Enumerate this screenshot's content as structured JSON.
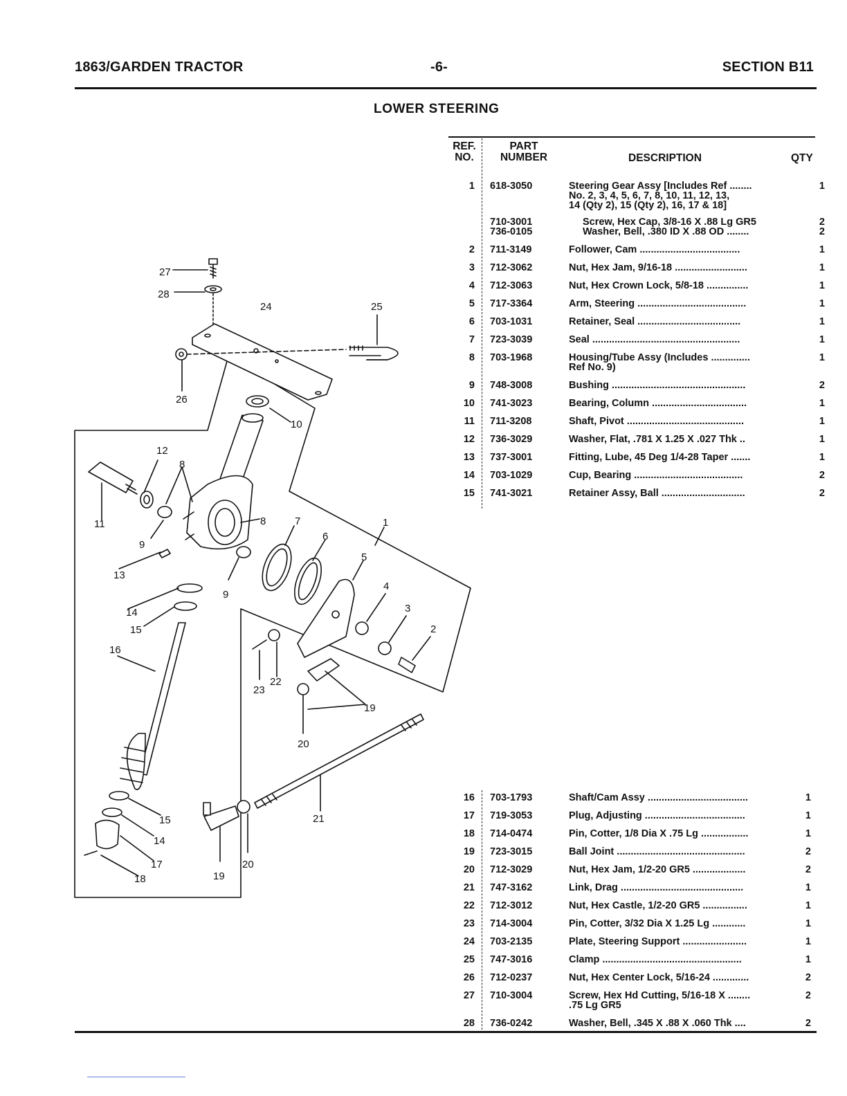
{
  "header": {
    "left": "1863/GARDEN TRACTOR",
    "center": "-6-",
    "right": "SECTION B11"
  },
  "title": "LOWER STEERING",
  "table": {
    "col_ref_line1": "REF.",
    "col_ref_line2": "NO.",
    "col_part_line1": "PART",
    "col_part_line2": "NUMBER",
    "col_desc": "DESCRIPTION",
    "col_qty": "QTY",
    "rows_top": [
      {
        "ref": "1",
        "part": "618-3050",
        "desc": "Steering Gear Assy [Includes Ref ........",
        "qty": "1"
      },
      {
        "ref": "",
        "part": "",
        "desc": "No. 2, 3, 4, 5, 6, 7, 8, 10, 11, 12, 13,",
        "qty": ""
      },
      {
        "ref": "",
        "part": "",
        "desc": "14 (Qty 2), 15 (Qty 2), 16, 17 & 18]",
        "qty": ""
      },
      {
        "ref": "",
        "part": "710-3001",
        "desc": "Screw, Hex Cap, 3/8-16 X .88 Lg GR5",
        "qty": "2",
        "sub": true
      },
      {
        "ref": "",
        "part": "736-0105",
        "desc": "Washer, Bell, .380 ID X .88 OD ........",
        "qty": "2",
        "sub": true
      },
      {
        "ref": "2",
        "part": "711-3149",
        "desc": "Follower, Cam ....................................",
        "qty": "1"
      },
      {
        "ref": "3",
        "part": "712-3062",
        "desc": "Nut, Hex Jam, 9/16-18 ..........................",
        "qty": "1"
      },
      {
        "ref": "4",
        "part": "712-3063",
        "desc": "Nut, Hex Crown Lock, 5/8-18 ...............",
        "qty": "1"
      },
      {
        "ref": "5",
        "part": "717-3364",
        "desc": "Arm, Steering .......................................",
        "qty": "1"
      },
      {
        "ref": "6",
        "part": "703-1031",
        "desc": "Retainer, Seal .....................................",
        "qty": "1"
      },
      {
        "ref": "7",
        "part": "723-3039",
        "desc": "Seal .....................................................",
        "qty": "1"
      },
      {
        "ref": "8",
        "part": "703-1968",
        "desc": "Housing/Tube Assy (Includes ..............",
        "qty": "1"
      },
      {
        "ref": "",
        "part": "",
        "desc": "Ref No. 9)",
        "qty": ""
      },
      {
        "ref": "9",
        "part": "748-3008",
        "desc": "Bushing ................................................",
        "qty": "2"
      },
      {
        "ref": "10",
        "part": "741-3023",
        "desc": "Bearing, Column ..................................",
        "qty": "1"
      },
      {
        "ref": "11",
        "part": "711-3208",
        "desc": "Shaft, Pivot ..........................................",
        "qty": "1"
      },
      {
        "ref": "12",
        "part": "736-3029",
        "desc": "Washer, Flat, .781 X 1.25 X .027 Thk ..",
        "qty": "1"
      },
      {
        "ref": "13",
        "part": "737-3001",
        "desc": "Fitting, Lube, 45 Deg 1/4-28 Taper .......",
        "qty": "1"
      },
      {
        "ref": "14",
        "part": "703-1029",
        "desc": "Cup, Bearing .......................................",
        "qty": "2"
      },
      {
        "ref": "15",
        "part": "741-3021",
        "desc": "Retainer Assy, Ball ..............................",
        "qty": "2"
      }
    ],
    "rows_bottom": [
      {
        "ref": "16",
        "part": "703-1793",
        "desc": "Shaft/Cam Assy ....................................",
        "qty": "1"
      },
      {
        "ref": "17",
        "part": "719-3053",
        "desc": "Plug, Adjusting ....................................",
        "qty": "1"
      },
      {
        "ref": "18",
        "part": "714-0474",
        "desc": "Pin, Cotter, 1/8 Dia X .75 Lg .................",
        "qty": "1"
      },
      {
        "ref": "19",
        "part": "723-3015",
        "desc": "Ball Joint ..............................................",
        "qty": "2"
      },
      {
        "ref": "20",
        "part": "712-3029",
        "desc": "Nut, Hex Jam, 1/2-20 GR5 ...................",
        "qty": "2"
      },
      {
        "ref": "21",
        "part": "747-3162",
        "desc": "Link, Drag ............................................",
        "qty": "1"
      },
      {
        "ref": "22",
        "part": "712-3012",
        "desc": "Nut, Hex Castle, 1/2-20 GR5 ................",
        "qty": "1"
      },
      {
        "ref": "23",
        "part": "714-3004",
        "desc": "Pin, Cotter, 3/32 Dia X 1.25 Lg ............",
        "qty": "1"
      },
      {
        "ref": "24",
        "part": "703-2135",
        "desc": "Plate, Steering Support .......................",
        "qty": "1"
      },
      {
        "ref": "25",
        "part": "747-3016",
        "desc": "Clamp ..................................................",
        "qty": "1"
      },
      {
        "ref": "26",
        "part": "712-0237",
        "desc": "Nut, Hex Center Lock, 5/16-24 .............",
        "qty": "2"
      },
      {
        "ref": "27",
        "part": "710-3004",
        "desc": "Screw, Hex Hd Cutting, 5/16-18 X ........",
        "qty": "2"
      },
      {
        "ref": "",
        "part": "",
        "desc": ".75 Lg GR5",
        "qty": ""
      },
      {
        "ref": "28",
        "part": "736-0242",
        "desc": "Washer, Bell, .345 X .88 X .060 Thk ....",
        "qty": "2"
      }
    ]
  },
  "diagram_labels": {
    "l27": "27",
    "l28": "28",
    "l24": "24",
    "l25": "25",
    "l26": "26",
    "l10": "10",
    "l12": "12",
    "l8a": "8",
    "l8b": "8",
    "l11": "11",
    "l9a": "9",
    "l9b": "9",
    "l13": "13",
    "l7": "7",
    "l6": "6",
    "l1": "1",
    "l5": "5",
    "l4": "4",
    "l3": "3",
    "l2": "2",
    "l14a": "14",
    "l15a": "15",
    "l16": "16",
    "l22": "22",
    "l23": "23",
    "l19a": "19",
    "l20a": "20",
    "l21": "21",
    "l15b": "15",
    "l14b": "14",
    "l17": "17",
    "l18": "18",
    "l19b": "19",
    "l20b": "20"
  }
}
